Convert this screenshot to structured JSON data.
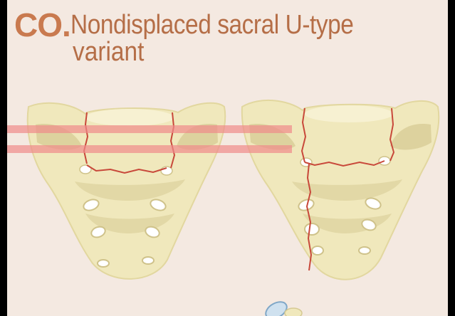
{
  "figure": {
    "code": "CO.",
    "title_line1": "Nondisplaced sacral U-type",
    "title_line2": "variant"
  },
  "colors": {
    "background": "#f4e9e1",
    "bone": "#f0e8bc",
    "bone_shadow": "#ddd29e",
    "fracture": "#c8483a",
    "highlight_band": "#f08a8a",
    "title": "#b56e47"
  }
}
